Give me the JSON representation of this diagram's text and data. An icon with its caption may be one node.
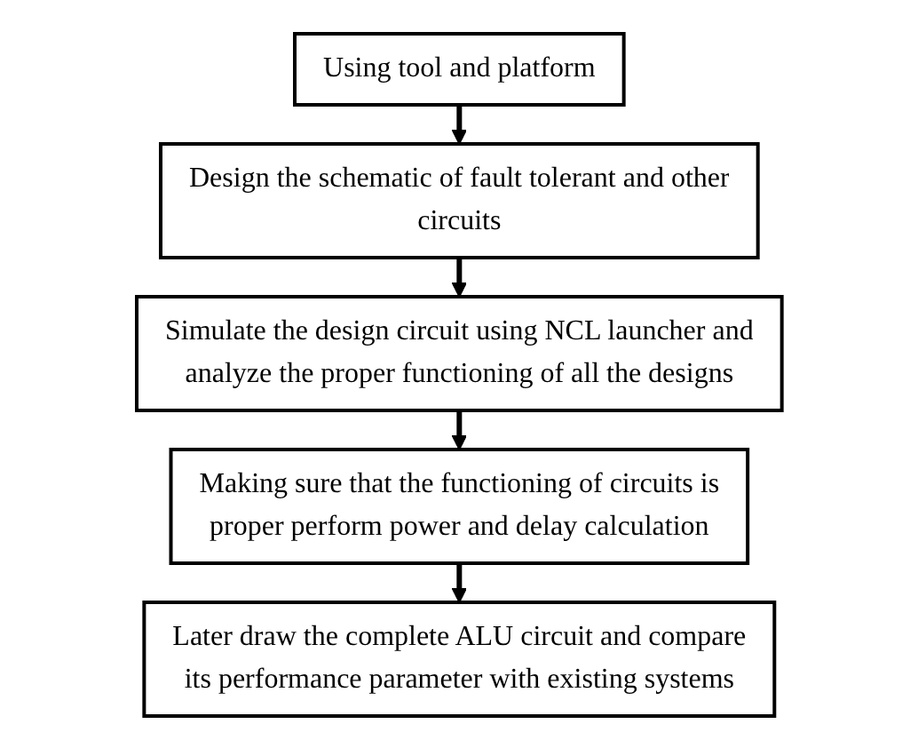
{
  "diagram": {
    "nodes": [
      {
        "text": [
          "Using tool and platform"
        ]
      },
      {
        "text": [
          "Design the schematic of fault tolerant and other circuits"
        ]
      },
      {
        "text": [
          "Simulate the design circuit using NCL launcher and analyze the proper functioning of all the designs"
        ]
      },
      {
        "text": [
          "Making sure that the functioning of circuits is proper perform power and delay calculation"
        ]
      },
      {
        "text": [
          "Later draw the complete ALU circuit and compare its performance parameter with existing systems"
        ]
      }
    ],
    "edges": [
      {
        "from": 0,
        "to": 1,
        "arrow": "to"
      },
      {
        "from": 1,
        "to": 2,
        "arrow": "to"
      },
      {
        "from": 2,
        "to": 3,
        "arrow": "to"
      },
      {
        "from": 3,
        "to": 4,
        "arrow": "to"
      }
    ]
  }
}
